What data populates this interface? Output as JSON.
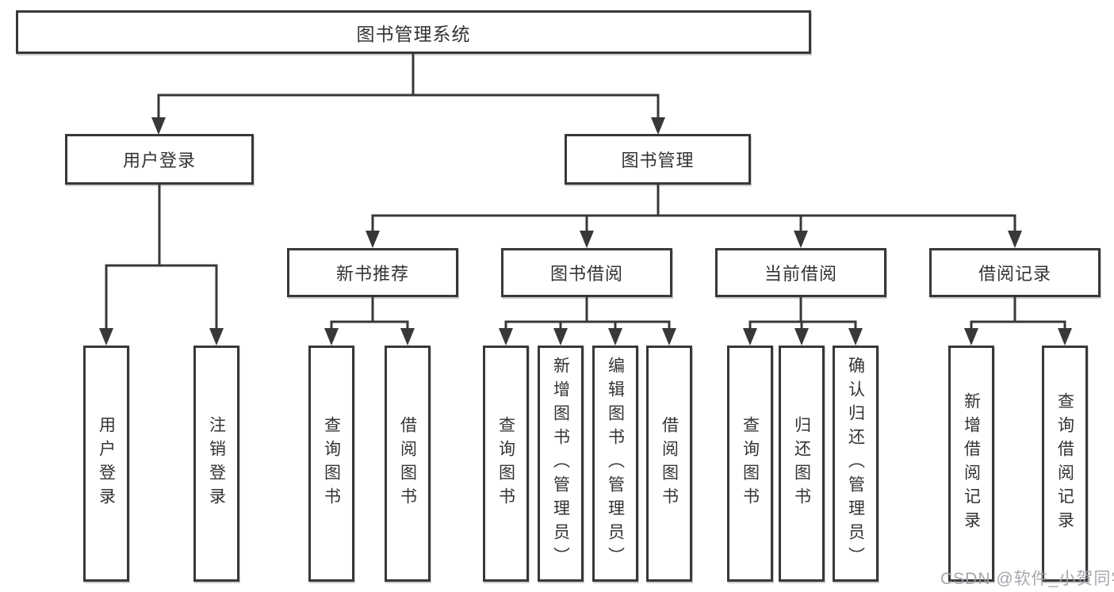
{
  "nodes": {
    "root": {
      "label": "图书管理系统"
    },
    "user_login": {
      "label": "用户登录"
    },
    "book_management": {
      "label": "图书管理"
    },
    "new_book_recommend": {
      "label": "新书推荐"
    },
    "book_borrowing": {
      "label": "图书借阅"
    },
    "current_borrowing": {
      "label": "当前借阅"
    },
    "borrowing_records": {
      "label": "借阅记录"
    },
    "leaf_user_login": {
      "label": "用户登录"
    },
    "leaf_logout_login": {
      "label": "注销登录"
    },
    "leaf_query_books_recommend": {
      "label": "查询图书"
    },
    "leaf_borrow_books_recommend": {
      "label": "借阅图书"
    },
    "leaf_query_books_borrowing": {
      "label": "查询图书"
    },
    "leaf_add_books_admin": {
      "label": "新增图书（管理员）"
    },
    "leaf_edit_books_admin": {
      "label": "编辑图书（管理员）"
    },
    "leaf_borrow_books_borrowing": {
      "label": "借阅图书"
    },
    "leaf_query_books_current": {
      "label": "查询图书"
    },
    "leaf_return_books": {
      "label": "归还图书"
    },
    "leaf_confirm_return_admin": {
      "label": "确认归还（管理员）"
    },
    "leaf_add_borrow_record": {
      "label": "新增借阅记录"
    },
    "leaf_query_borrow_record": {
      "label": "查询借阅记录"
    }
  },
  "watermark": {
    "text": "CSDN @软件_小贺同学"
  },
  "colors": {
    "line": "#383838",
    "border": "#383838",
    "text": "#333333",
    "background": "#ffffff",
    "watermark": "#9da0a6"
  }
}
